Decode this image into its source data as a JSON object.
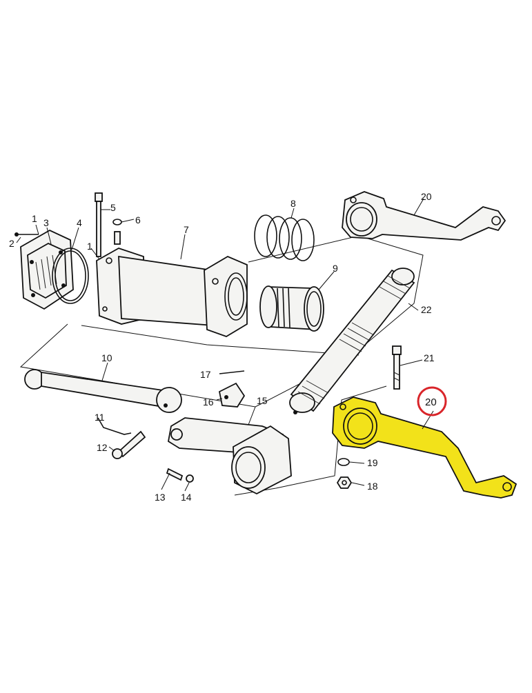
{
  "labels": {
    "l1a": "1",
    "l2": "2",
    "l3": "3",
    "l4": "4",
    "l1b": "1",
    "l5": "5",
    "l6": "6",
    "l7": "7",
    "l8": "8",
    "l9": "9",
    "l10": "10",
    "l11": "11",
    "l12": "12",
    "l13": "13",
    "l14": "14",
    "l15": "15",
    "l16": "16",
    "l17": "17",
    "l18": "18",
    "l19": "19",
    "l20a": "20",
    "l20b": "20",
    "l21": "21",
    "l22": "22"
  },
  "colors": {
    "highlight_part": "#f2e21a",
    "callout_circle": "#d9252a",
    "line": "#111111"
  }
}
